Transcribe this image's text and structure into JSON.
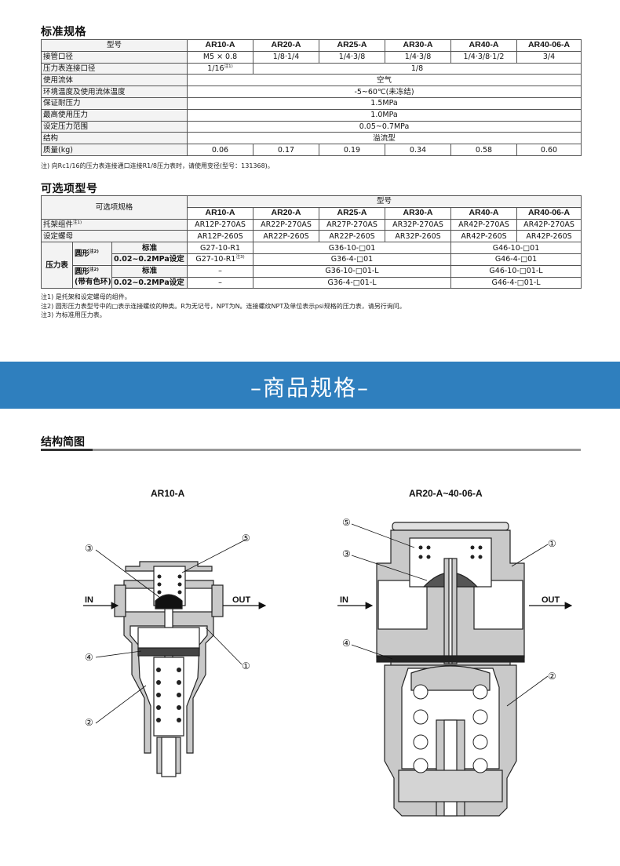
{
  "spec": {
    "title": "标准规格",
    "model_header": "型号",
    "models": [
      "AR10-A",
      "AR20-A",
      "AR25-A",
      "AR30-A",
      "AR40-A",
      "AR40-06-A"
    ],
    "rows": {
      "port": {
        "label": "接管口径",
        "values": [
          "M5 × 0.8",
          "1/8·1/4",
          "1/4·3/8",
          "1/4·3/8",
          "1/4·3/8·1/2",
          "3/4"
        ]
      },
      "gauge_port": {
        "label": "压力表连接口径",
        "first": "1/16",
        "first_note": "注1)",
        "rest": "1/8"
      },
      "fluid": {
        "label": "使用流体",
        "value": "空气"
      },
      "temp": {
        "label": "环境温度及使用流体温度",
        "value": "-5~60℃(未冻结)"
      },
      "proof": {
        "label": "保证耐压力",
        "value": "1.5MPa"
      },
      "max": {
        "label": "最高使用压力",
        "value": "1.0MPa"
      },
      "range": {
        "label": "设定压力范围",
        "value": "0.05~0.7MPa"
      },
      "structure": {
        "label": "结构",
        "value": "溢流型"
      },
      "mass": {
        "label": "质量(kg)",
        "values": [
          "0.06",
          "0.17",
          "0.19",
          "0.34",
          "0.58",
          "0.60"
        ]
      }
    },
    "note": "注) 向Rc1/16的压力表连接通口连接R1/8压力表时，请使用变径(型号：131368)。"
  },
  "options": {
    "title": "可选项型号",
    "spec_header": "可选项规格",
    "model_header": "型号",
    "bracket": {
      "label": "托架组件",
      "note": "注1)",
      "values": [
        "AR12P-270AS",
        "AR22P-270AS",
        "AR27P-270AS",
        "AR32P-270AS",
        "AR42P-270AS",
        "AR42P-270AS"
      ]
    },
    "nut": {
      "label": "设定螺母",
      "values": [
        "AR12P-260S",
        "AR22P-260S",
        "AR22P-260S",
        "AR32P-260S",
        "AR42P-260S",
        "AR42P-260S"
      ]
    },
    "gauge_label": "压力表",
    "round_label": "圆形",
    "round_note": "注2)",
    "round_color_label": "圆形",
    "round_color_note": "注2)",
    "round_color_sub": "(带有色环)",
    "standard_label": "标准",
    "low_label": "0.02~0.2MPa设定",
    "r1": [
      "G27-10-R1",
      "G36-10-□01",
      "G46-10-□01"
    ],
    "r2": [
      "G27-10-R1",
      "注3)",
      "G36-4-□01",
      "G46-4-□01"
    ],
    "r3": [
      "–",
      "G36-10-□01-L",
      "G46-10-□01-L"
    ],
    "r4": [
      "–",
      "G36-4-□01-L",
      "G46-4-□01-L"
    ],
    "notes": [
      "注1) 是托架和设定螺母的组件。",
      "注2) 圆形压力表型号中的□表示连接螺纹的种类。R为无记号，NPT为N。连接螺纹NPT及单位表示psi规格的压力表，请另行询问。",
      "注3) 为标准用压力表。"
    ]
  },
  "banner": {
    "title": "–商品规格–"
  },
  "structure": {
    "title": "结构简图",
    "left_title": "AR10-A",
    "right_title": "AR20-A~40-06-A",
    "in_label": "IN",
    "out_label": "OUT",
    "callouts": [
      "①",
      "②",
      "③",
      "④",
      "⑤"
    ]
  },
  "colors": {
    "banner": "#2f7fbe",
    "body_gray": "#c9c9c9"
  }
}
